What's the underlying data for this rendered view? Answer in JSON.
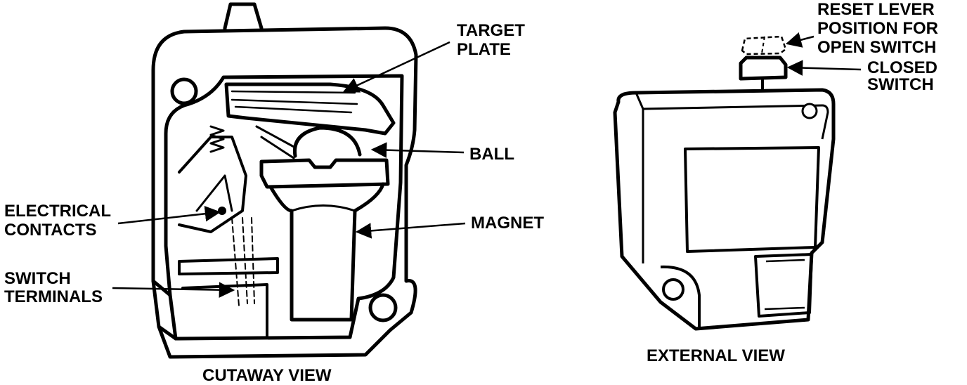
{
  "labels": {
    "target_plate_1": "TARGET",
    "target_plate_2": "PLATE",
    "ball": "BALL",
    "magnet": "MAGNET",
    "electrical_contacts_1": "ELECTRICAL",
    "electrical_contacts_2": "CONTACTS",
    "switch_terminals_1": "SWITCH",
    "switch_terminals_2": "TERMINALS",
    "reset_lever_1": "RESET LEVER",
    "reset_lever_2": "POSITION FOR",
    "reset_lever_3": "OPEN SWITCH",
    "closed_switch_1": "CLOSED",
    "closed_switch_2": "SWITCH"
  },
  "captions": {
    "cutaway": "CUTAWAY VIEW",
    "external": "EXTERNAL VIEW"
  }
}
